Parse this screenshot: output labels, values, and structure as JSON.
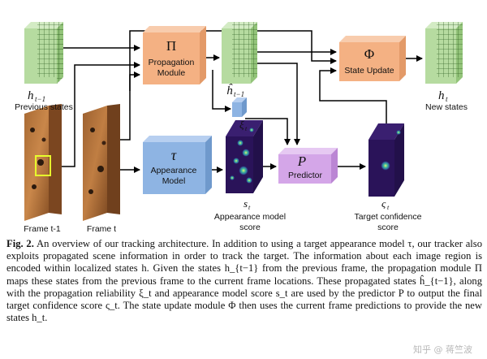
{
  "labels": {
    "h_prev_symbol": "h",
    "h_prev_sub": "t−1",
    "previous_states": "Previous states",
    "h_hat_symbol": "ĥ",
    "h_hat_sub": "t−1",
    "h_t_symbol": "h",
    "h_t_sub": "t",
    "new_states": "New states",
    "xi_symbol": "ξ",
    "xi_sub": "t",
    "s_symbol": "s",
    "s_sub": "t",
    "appearance_model_score_1": "Appearance model",
    "appearance_model_score_2": "score",
    "varsigma_symbol": "ς",
    "varsigma_sub": "t",
    "target_confidence_1": "Target confidence",
    "target_confidence_2": "score",
    "frame_prev": "Frame t-1",
    "frame_t": "Frame t"
  },
  "modules": {
    "propagation": {
      "symbol": "Π",
      "line1": "Propagation",
      "line2": "Module"
    },
    "state_update": {
      "symbol": "Φ",
      "line1": "State Update"
    },
    "appearance": {
      "symbol": "τ",
      "line1": "Appearance",
      "line2": "Model"
    },
    "predictor": {
      "symbol": "P",
      "line1": "Predictor"
    }
  },
  "colors": {
    "green_front": "#b6dba0",
    "green_side": "#93c47a",
    "green_top": "#d3ebc4",
    "orange_front": "#f4b183",
    "orange_side": "#e39a68",
    "orange_top": "#f8ccad",
    "blue_front": "#8eb4e3",
    "blue_side": "#6f99cc",
    "blue_top": "#b7cff0",
    "purple_front": "#d4a6e8",
    "purple_side": "#bb86d4",
    "purple_top": "#e6c9f2",
    "heatmap_bg": "#2a1359"
  },
  "caption": {
    "fig_label": "Fig. 2.",
    "text": "An overview of our tracking architecture. In addition to using a target appearance model τ, our tracker also exploits propagated scene information in order to track the target. The information about each image region is encoded within localized states h. Given the states h_{t−1} from the previous frame, the propagation module Π maps these states from the previous frame to the current frame locations. These propagated states ĥ_{t−1}, along with the propagation reliability ξ_t and appearance model score s_t are used by the predictor P to output the final target confidence score ς_t. The state update module Φ then uses the current frame predictions to provide the new states h_t."
  },
  "watermark": "知乎 @ 蒋竺波"
}
